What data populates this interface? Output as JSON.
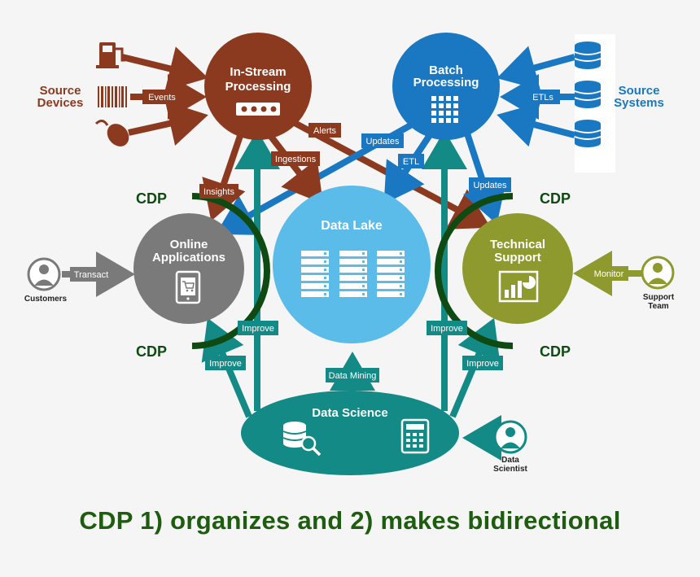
{
  "nodes": {
    "in_stream": {
      "line1": "In-Stream",
      "line2": "Processing"
    },
    "batch": {
      "line1": "Batch",
      "line2": "Processing"
    },
    "online": {
      "line1": "Online",
      "line2": "Applications"
    },
    "data_lake": {
      "label": "Data Lake"
    },
    "technical": {
      "line1": "Technical",
      "line2": "Support"
    },
    "data_science": {
      "label": "Data Science"
    }
  },
  "side_labels": {
    "source_devices": {
      "line1": "Source",
      "line2": "Devices"
    },
    "source_systems": {
      "line1": "Source",
      "line2": "Systems"
    }
  },
  "people": {
    "customers": {
      "line1": "Customers"
    },
    "support_team": {
      "line1": "Support",
      "line2": "Team"
    },
    "data_scientist": {
      "line1": "Data",
      "line2": "Scientist"
    }
  },
  "arrow_labels": {
    "events": "Events",
    "etls": "ETLs",
    "alerts": "Alerts",
    "updates_top": "Updates",
    "etl": "ETL",
    "ingestions": "Ingestions",
    "insights": "Insights",
    "updates_right": "Updates",
    "transact": "Transact",
    "monitor": "Monitor",
    "improve_online_inner": "Improve",
    "improve_online_outer": "Improve",
    "improve_tech_inner": "Improve",
    "improve_tech_outer": "Improve",
    "data_mining": "Data Mining"
  },
  "cdp_labels": {
    "left_top": "CDP",
    "left_bottom": "CDP",
    "right_top": "CDP",
    "right_bottom": "CDP"
  },
  "caption": "CDP 1) organizes and 2) makes bidirectional",
  "colors": {
    "brown": "#8b3a1f",
    "blue": "#1a78c2",
    "gray": "#7a7a7a",
    "light_blue": "#5bbcea",
    "olive": "#8f9a2e",
    "teal": "#138a86",
    "dark_green": "#0f4a12",
    "caption_green": "#1e5c0f"
  }
}
